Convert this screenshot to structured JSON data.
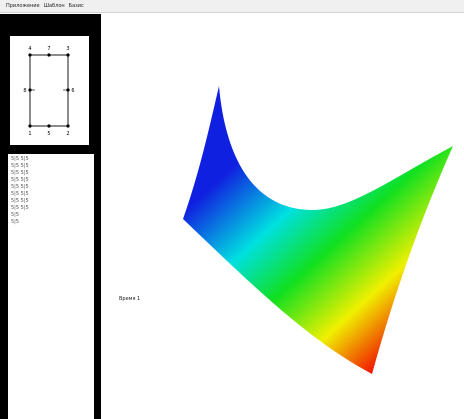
{
  "menu": {
    "items": [
      "Приложение",
      "Шаблон",
      "Базис"
    ]
  },
  "preview": {
    "node_labels": {
      "top_left": "4",
      "top_mid": "7",
      "top_right": "3",
      "mid_left": "8",
      "mid_right": "6",
      "bottom_left": "1",
      "bottom_mid": "5",
      "bottom_right": "2"
    }
  },
  "sidebar_list": {
    "items": [
      "5|5 5|5",
      "5|5 5|5",
      "5|5 5|5",
      "5|5 5|5",
      "5|5 5|5",
      "5|5 5|5",
      "5|5 5|5",
      "5|5 5|5",
      "5|5",
      "5|5"
    ]
  },
  "canvas": {
    "time_label": "Время 1"
  },
  "colors": {
    "sidebar_bg": "#000000",
    "panel_bg": "#ffffff",
    "surface_blue": "#1020e0",
    "surface_cyan": "#00e0e0",
    "surface_green": "#10e020",
    "surface_yellow": "#f0f000",
    "surface_red": "#f00000"
  }
}
